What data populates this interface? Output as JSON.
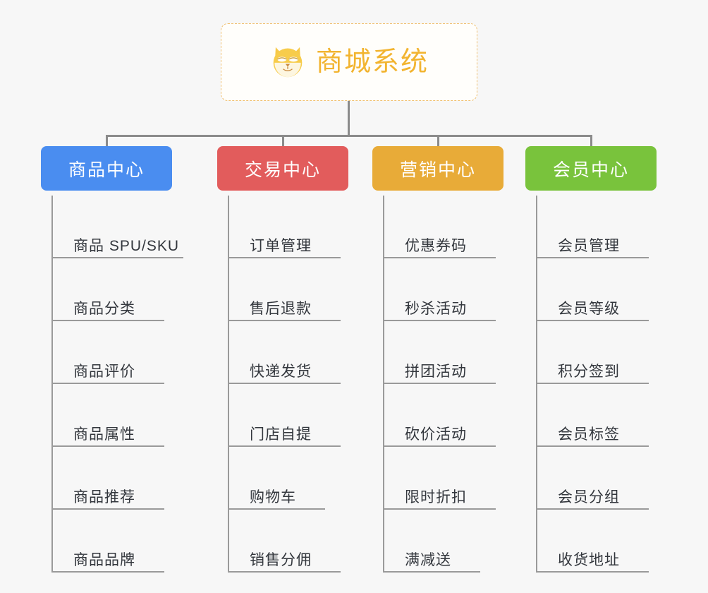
{
  "page": {
    "background_color": "#f7f7f7",
    "connector_color": "#8b8b8b",
    "leaf_text_color": "#33373d",
    "leaf_rule_color": "#9a9a9a"
  },
  "root": {
    "title": "商城系统",
    "icon": "shiba-dog-icon",
    "text_color": "#f2b430",
    "border_color": "#f0c070",
    "background": "#fffefb"
  },
  "columns": [
    {
      "id": "product-center",
      "title": "商品中心",
      "color": "#4a8df0",
      "items": [
        {
          "label": "商品 SPU/SKU",
          "rule_width": 172
        },
        {
          "label": "商品分类",
          "rule_width": 145
        },
        {
          "label": "商品评价",
          "rule_width": 145
        },
        {
          "label": "商品属性",
          "rule_width": 145
        },
        {
          "label": "商品推荐",
          "rule_width": 145
        },
        {
          "label": "商品品牌",
          "rule_width": 145
        }
      ]
    },
    {
      "id": "trade-center",
      "title": "交易中心",
      "color": "#e25c5c",
      "items": [
        {
          "label": "订单管理",
          "rule_width": 145
        },
        {
          "label": "售后退款",
          "rule_width": 145
        },
        {
          "label": "快递发货",
          "rule_width": 145
        },
        {
          "label": "门店自提",
          "rule_width": 145
        },
        {
          "label": "购物车",
          "rule_width": 125
        },
        {
          "label": "销售分佣",
          "rule_width": 145
        }
      ]
    },
    {
      "id": "marketing-center",
      "title": "营销中心",
      "color": "#e8ab38",
      "items": [
        {
          "label": "优惠券码",
          "rule_width": 145
        },
        {
          "label": "秒杀活动",
          "rule_width": 145
        },
        {
          "label": "拼团活动",
          "rule_width": 145
        },
        {
          "label": "砍价活动",
          "rule_width": 145
        },
        {
          "label": "限时折扣",
          "rule_width": 145
        },
        {
          "label": "满减送",
          "rule_width": 125
        }
      ]
    },
    {
      "id": "member-center",
      "title": "会员中心",
      "color": "#79c33c",
      "items": [
        {
          "label": "会员管理",
          "rule_width": 145
        },
        {
          "label": "会员等级",
          "rule_width": 145
        },
        {
          "label": "积分签到",
          "rule_width": 145
        },
        {
          "label": "会员标签",
          "rule_width": 145
        },
        {
          "label": "会员分组",
          "rule_width": 145
        },
        {
          "label": "收货地址",
          "rule_width": 145
        }
      ]
    }
  ]
}
